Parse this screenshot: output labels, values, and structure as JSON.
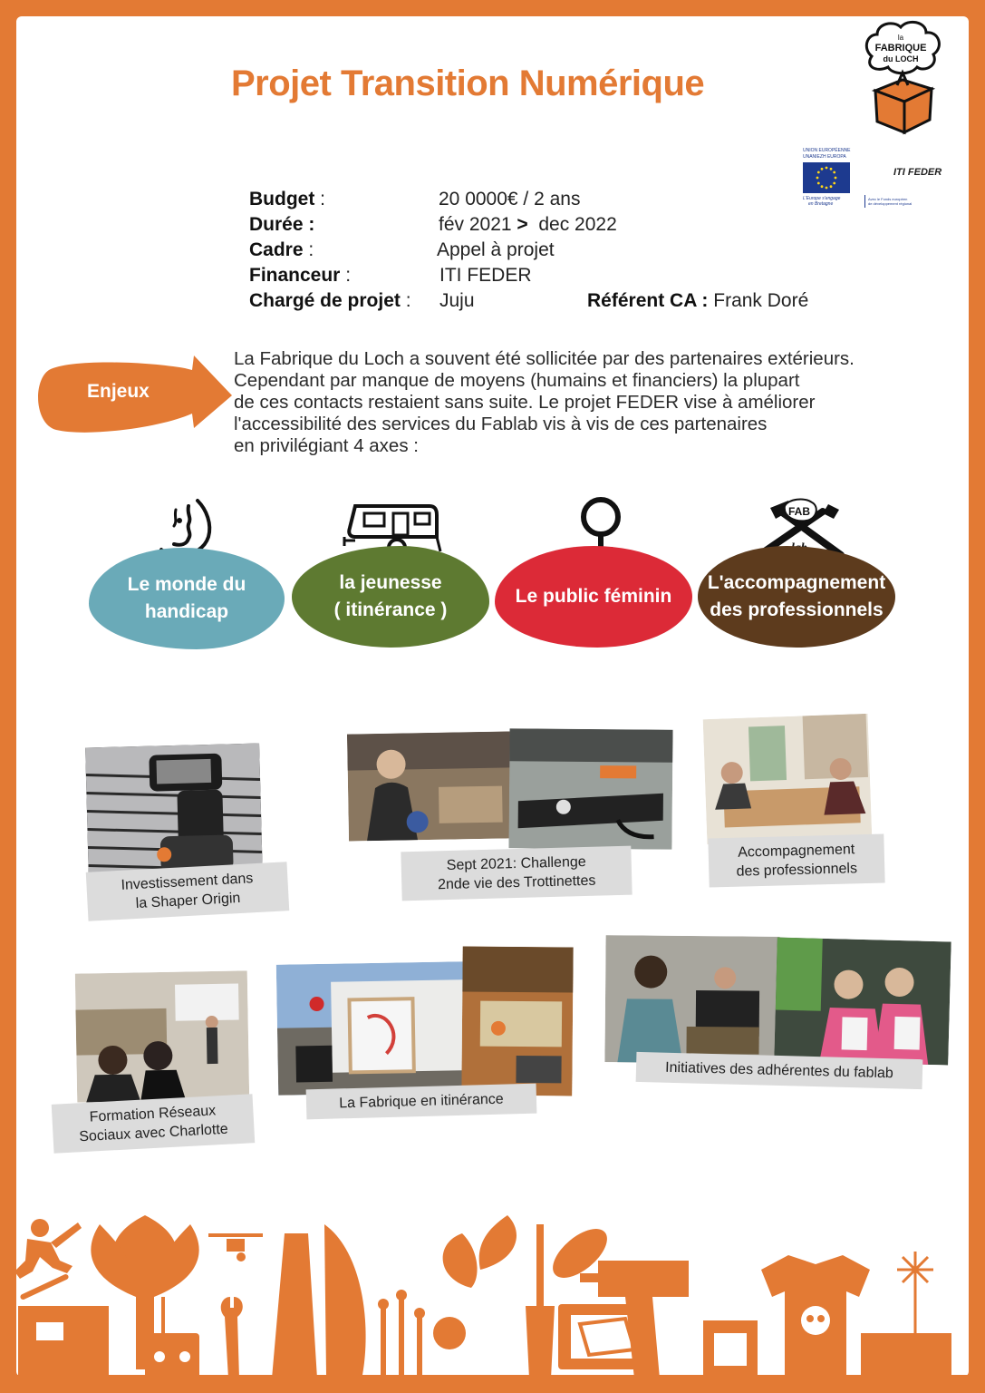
{
  "title": "Projet Transition Numérique",
  "logo": {
    "line1": "la",
    "line2": "FABRIQUE",
    "line3": "du LOCH"
  },
  "eu_logo": {
    "line1": "UNION EUROPÉENNE",
    "line2": "UNANIEZH EUROPA",
    "tagline1": "L'Europe s'engage",
    "tagline2": "en Bretagne",
    "fund1": "Avec le Fonds européen",
    "fund2": "de développement régional",
    "label": "ITI FEDER"
  },
  "info": {
    "budget_label": "Budget",
    "budget_colon": " :",
    "budget_value": "20 0000€  / 2 ans",
    "duree_label": "Durée :",
    "duree_from": "fév 2021 ",
    "duree_arrow": ">",
    "duree_to": "  dec 2022",
    "cadre_label": "Cadre",
    "cadre_colon": " :",
    "cadre_value": "Appel à projet",
    "financeur_label": "Financeur",
    "financeur_colon": " :",
    "financeur_value": "ITI FEDER",
    "charge_label": "Chargé de projet",
    "charge_colon": " :",
    "charge_value": "Juju",
    "referent_label": "Référent CA :",
    "referent_value": "Frank Doré"
  },
  "enjeux": {
    "label": "Enjeux",
    "lines": [
      "La Fabrique du Loch a souvent été sollicitée par des partenaires extérieurs.",
      "Cependant par manque de moyens (humains et financiers) la plupart",
      "de ces contacts restaient sans suite. Le projet FEDER vise à améliorer",
      "l'accessibilité  des services du Fablab vis à vis de ces partenaires",
      "en privilégiant 4 axes :"
    ]
  },
  "axes": [
    {
      "line1": "Le monde du",
      "line2": "handicap",
      "color": "#6aaab8",
      "icon": "face-profile-icon"
    },
    {
      "line1": "la jeunesse",
      "line2": "( itinérance )",
      "color": "#5e7a31",
      "icon": "caravan-icon"
    },
    {
      "line1": "Le public féminin",
      "line2": "",
      "color": "#dc2a37",
      "icon": "venus-icon"
    },
    {
      "line1": "L'accompagnement",
      "line2": "des professionnels",
      "color": "#5d3b1d",
      "icon": "fablab-tools-icon"
    }
  ],
  "fablab_icon_text": {
    "top": "FAB",
    "bottom": "lab"
  },
  "photos": [
    {
      "caption1": "Investissement dans",
      "caption2": "la Shaper Origin"
    },
    {
      "caption1": "Sept 2021: Challenge",
      "caption2": "2nde vie des Trottinettes"
    },
    {
      "caption1": "Accompagnement",
      "caption2": "des professionnels"
    },
    {
      "caption1": "Formation Réseaux",
      "caption2": "Sociaux avec Charlotte"
    },
    {
      "caption1": "La Fabrique en itinérance",
      "caption2": ""
    },
    {
      "caption1": "Initiatives des adhérentes du fablab",
      "caption2": ""
    }
  ],
  "colors": {
    "accent": "#e37a34",
    "text": "#222222",
    "caption_bg": "#dcdcdc"
  }
}
